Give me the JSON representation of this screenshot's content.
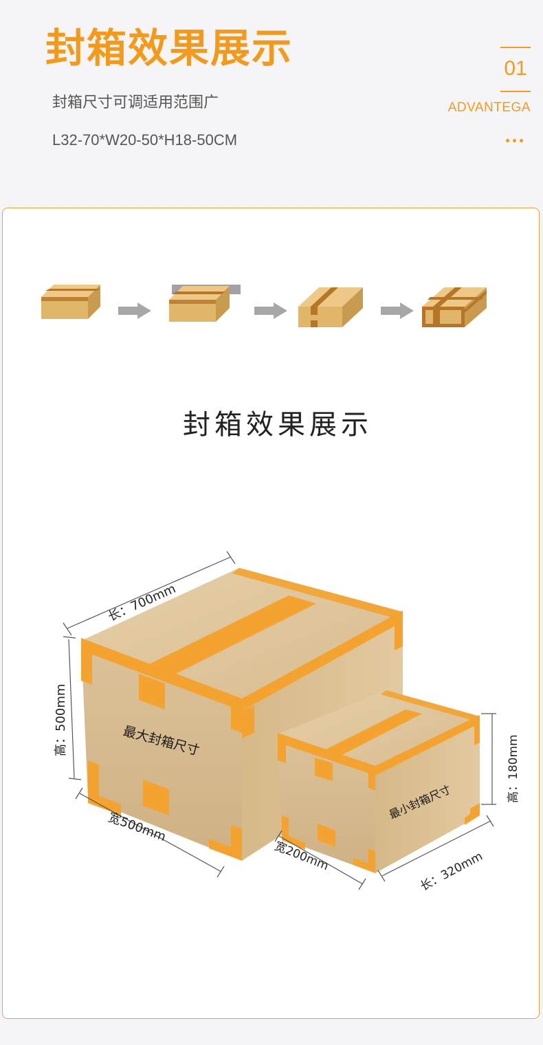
{
  "header": {
    "title": "封箱效果展示",
    "subtitle": "封箱尺寸可调适用范围广",
    "spec": "L32-70*W20-50*H18-50CM"
  },
  "badge": {
    "number": "01",
    "word": "ADVANTEGA"
  },
  "section": {
    "title": "封箱效果展示"
  },
  "large_box": {
    "label": "最大封箱尺寸",
    "length": "长：700mm",
    "height": "高：500mm",
    "width": "宽500mm"
  },
  "small_box": {
    "label": "最小封箱尺寸",
    "length": "长：320mm",
    "height": "高：180mm",
    "width": "宽200mm"
  },
  "colors": {
    "accent": "#f39a1c",
    "cardboard": "#d9bb8e",
    "tape": "#f4a330",
    "step_box": "#e0b66a",
    "step_tape": "#b5762a",
    "arrow": "#a7a7a7"
  },
  "icons": [
    "box-step-1-icon",
    "box-step-2-icon",
    "box-step-3-icon",
    "box-step-4-icon",
    "arrow-right-icon"
  ]
}
